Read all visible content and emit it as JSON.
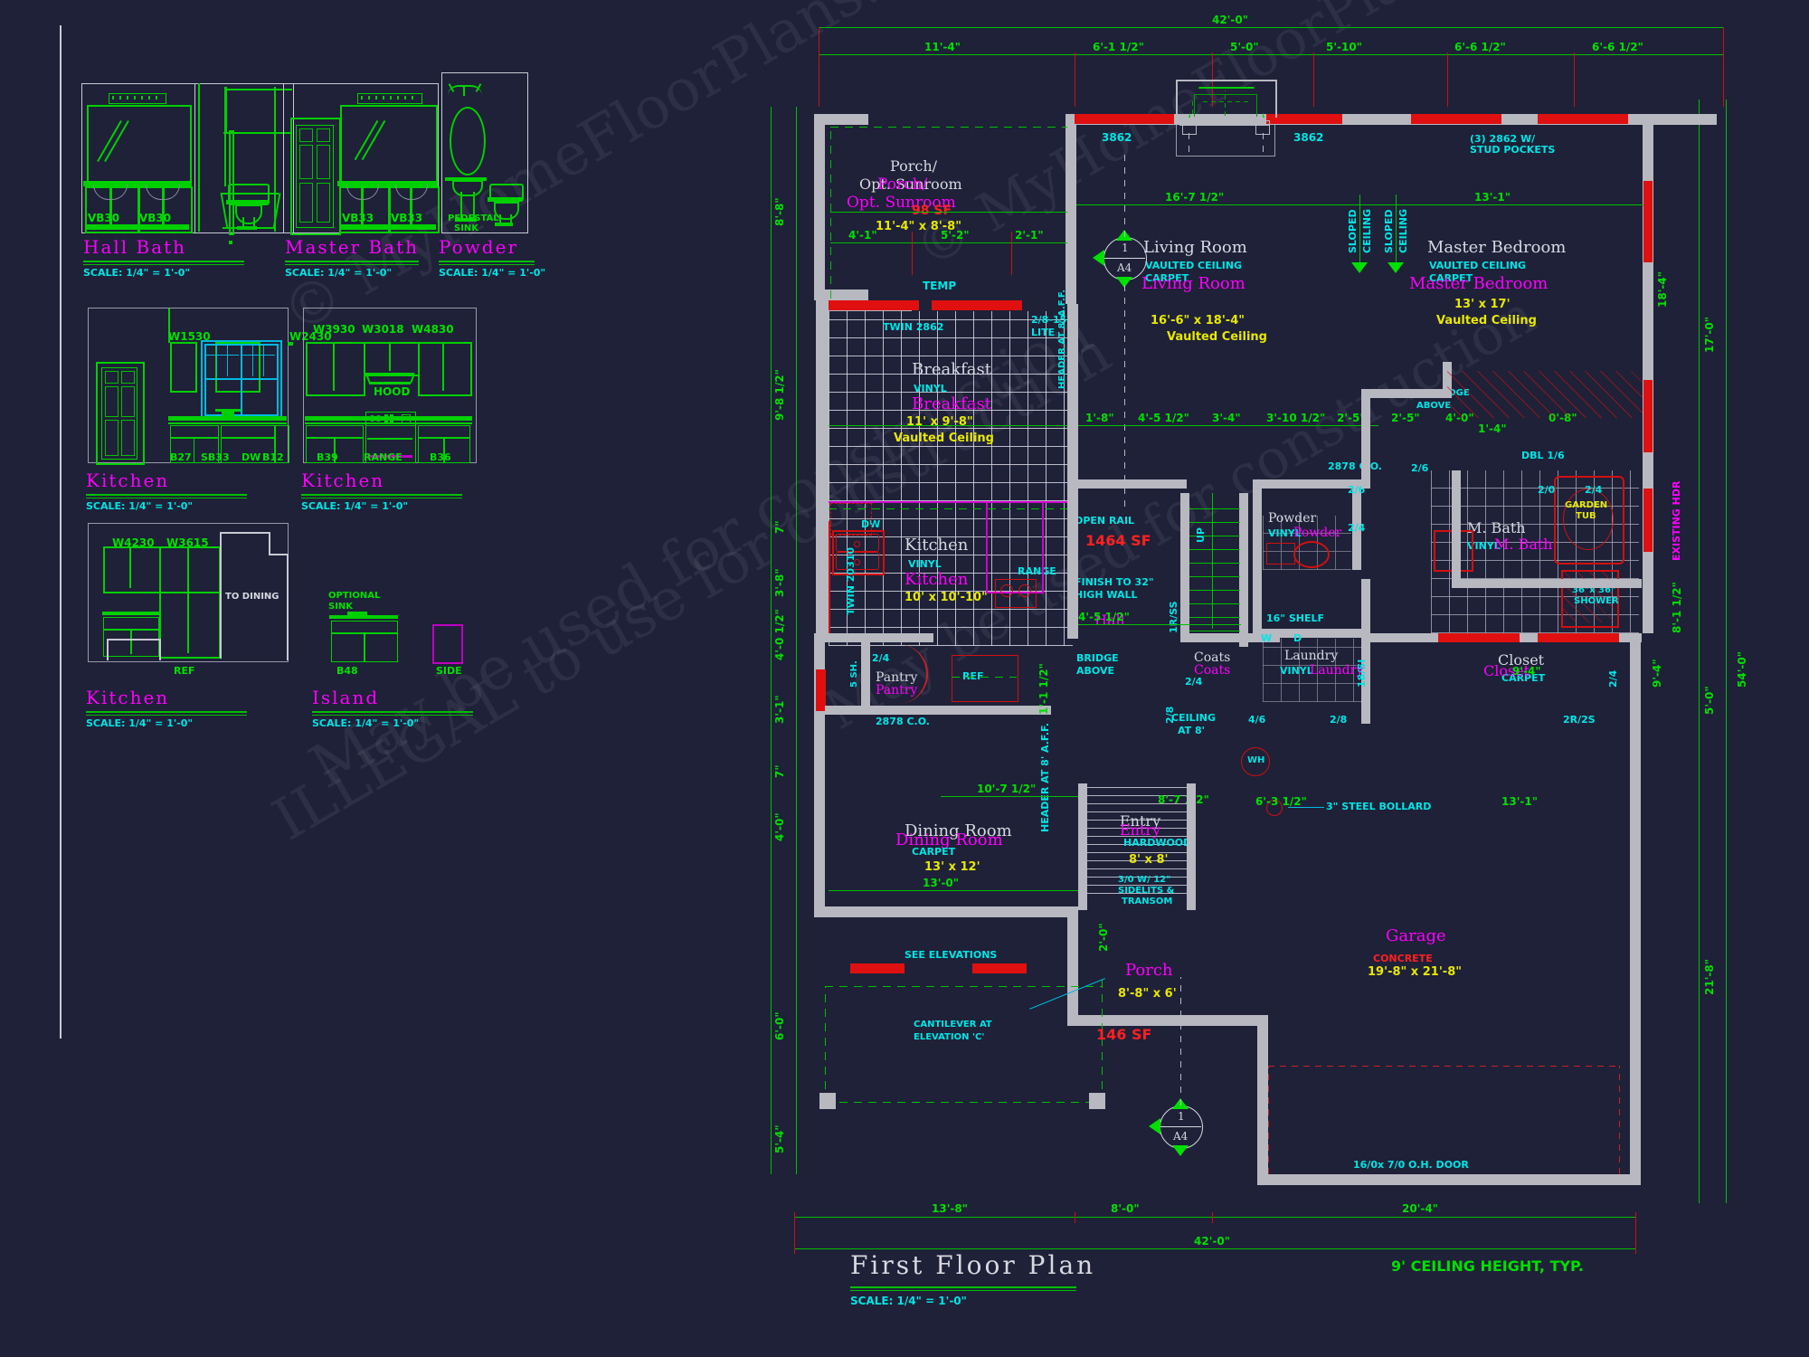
{
  "sheet": {
    "title": "First Floor Plan",
    "scale": "SCALE:  1/4\" = 1'-0\"",
    "ceiling_note": "9' CEILING HEIGHT, TYP."
  },
  "watermark": {
    "line1": "© MyHomeFloorPlans.com",
    "line2": "May be used for construction",
    "line3": "ILLEGAL to use for construction"
  },
  "elevations": [
    {
      "id": "hall-bath",
      "title": "Hall Bath",
      "scale": "SCALE:  1/4\" = 1'-0\"",
      "cabinets": [
        "VB30",
        "VB30"
      ]
    },
    {
      "id": "master-bath",
      "title": "Master Bath",
      "scale": "SCALE:  1/4\" = 1'-0\"",
      "cabinets": [
        "VB33",
        "VB33"
      ]
    },
    {
      "id": "powder",
      "title": "Powder",
      "scale": "SCALE:  1/4\" = 1'-0\"",
      "cabinets": [
        "PEDESTAL",
        "SINK"
      ]
    },
    {
      "id": "kitchen-1",
      "title": "Kitchen",
      "scale": "SCALE:  1/4\" = 1'-0\"",
      "upper": [
        "W1530",
        "W2430"
      ],
      "base": [
        "B27",
        "SB33",
        "DW",
        "B12"
      ]
    },
    {
      "id": "kitchen-2",
      "title": "Kitchen",
      "scale": "SCALE:  1/4\" = 1'-0\"",
      "upper": [
        "W3930",
        "W3018",
        "W4830"
      ],
      "base": [
        "B39",
        "RANGE",
        "B36"
      ],
      "hood": "HOOD"
    },
    {
      "id": "kitchen-3",
      "title": "Kitchen",
      "scale": "SCALE:  1/4\" = 1'-0\"",
      "upper": [
        "W4230",
        "W3615"
      ],
      "base": [
        "REF"
      ],
      "note": "TO DINING"
    },
    {
      "id": "island",
      "title": "Island",
      "scale": "SCALE:  1/4\" = 1'-0\"",
      "base": [
        "B48",
        "SIDE"
      ],
      "note_lines": [
        "OPTIONAL",
        "SINK"
      ]
    }
  ],
  "rooms": [
    {
      "name": "Porch/",
      "name2": "Opt. Sunroom",
      "finish": "",
      "size": "11'-4\"  x  8'-8\"",
      "area": "98 SF",
      "ceiling": ""
    },
    {
      "name": "Living Room",
      "finish": "VAULTED CEILING",
      "finish2": "CARPET",
      "size": "16'-6\"  x  18'-4\"",
      "ceiling": "Vaulted Ceiling"
    },
    {
      "name": "Master Bedroom",
      "finish": "VAULTED CEILING",
      "finish2": "CARPET",
      "size": "13'  x  17'",
      "ceiling": "Vaulted Ceiling"
    },
    {
      "name": "Breakfast",
      "finish": "VINYL",
      "size": "11'  x  9'-8\"",
      "ceiling": "Vaulted Ceiling"
    },
    {
      "name": "Kitchen",
      "finish": "VINYL",
      "size": "10'  x  10'-10\"",
      "area": "1464 SF"
    },
    {
      "name": "Powder",
      "finish": "VINYL"
    },
    {
      "name": "M. Bath",
      "finish": "VINYL"
    },
    {
      "name": "Laundry",
      "finish": "VINYL"
    },
    {
      "name": "Closet",
      "finish": "CARPET"
    },
    {
      "name": "Hall",
      "finish": ""
    },
    {
      "name": "Coats",
      "finish": ""
    },
    {
      "name": "Pantry",
      "finish": ""
    },
    {
      "name": "Dining Room",
      "finish": "CARPET",
      "size": "13'  x  12'"
    },
    {
      "name": "Entry",
      "finish": "HARDWOOD",
      "size": "8'  x  8'"
    },
    {
      "name": "Porch",
      "size": "8'-8\"  x  6'",
      "area": "146 SF"
    },
    {
      "name": "Garage",
      "finish": "CONCRETE",
      "size": "19'-8\"  x  21'-8\""
    }
  ],
  "annotations": {
    "stud_pockets": "(3) 2862 W/",
    "stud_pockets2": "STUD POCKETS",
    "win_3862_a": "3862",
    "win_3862_b": "3862",
    "temp": "TEMP",
    "twin_2862": "TWIN 2862",
    "twin_20310": "TWIN 20310",
    "lite_2815": "2/8-15",
    "lite_2815b": "LITE",
    "header_8": "HEADER AT 8' A.F.F.",
    "header_8b": "HEADER AT 8' A.F.F.",
    "dw": "DW",
    "ref": "REF",
    "range": "RANGE",
    "pantry_sh": "5 SH.",
    "co_2878": "2878 C.O.",
    "co_2878b": "2878 C.O.",
    "open_rail": "OPEN RAIL",
    "finish_32": "FINISH TO 32\"",
    "finish_32b": "HIGH WALL",
    "bridge": "BRIDGE",
    "bridge2": "ABOVE",
    "ceiling_8": "CEILING",
    "ceiling_8b": "AT 8'",
    "shelf_16": "16\" SHELF",
    "plant_ledge": "PLANT LEDGE",
    "plant_ledge2": "ABOVE",
    "garden_tub": "GARDEN",
    "garden_tub2": "TUB",
    "shower": "36\"x 36\"",
    "shower2": "SHOWER",
    "dbl_16": "DBL 1/6",
    "sloped_ceiling_a": "SLOPED",
    "sloped_ceiling_a2": "CEILING",
    "sloped_ceiling_b": "SLOPED",
    "sloped_ceiling_b2": "CEILING",
    "existing_hdr": "EXISTING HDR",
    "bollard": "3\" STEEL BOLLARD",
    "oh_door": "16/0x 7/0 O.H. DOOR",
    "see_elev": "SEE ELEVATIONS",
    "cantilever": "CANTILEVER AT",
    "cantilever2": "ELEVATION 'C'",
    "sidelite": "3/0 W/ 12\"",
    "sidelite2": "SIDELITS &",
    "sidelite3": "TRANSOM",
    "wh": "WH",
    "dr_24_a": "2/4",
    "dr_24_b": "2/4",
    "dr_24_c": "2/4",
    "dr_24_d": "2/4",
    "dr_26_a": "2/6",
    "dr_26_b": "2/6",
    "dr_28_a": "2/8",
    "dr_28_b": "2/8",
    "dr_20_a": "2/0",
    "dr_24_e": "2/4",
    "dr_46_a": "4/6",
    "dr_18_si": "18/SI",
    "dr_16_rs": "1R/SS",
    "up_label": "UP",
    "r2s2": "2R/2S",
    "w_label": "W",
    "d_label": "D"
  },
  "dimensions": {
    "top_overall": "42'-0\"",
    "top": [
      "11'-4\"",
      "6'-1 1/2\"",
      "5'-0\"",
      "5'-10\"",
      "6'-6 1/2\"",
      "6'-6 1/2\""
    ],
    "bottom_overall": "42'-0\"",
    "bottom": [
      "13'-8\"",
      "8'-0\"",
      "20'-4\""
    ],
    "left": [
      "8'-8\"",
      "9'-8 1/2\"",
      "7\"",
      "3'-8\"",
      "4'-0 1/2\"",
      "3'-1\"",
      "7\"",
      "4'-0\"",
      "6'-0\"",
      "5'-4\""
    ],
    "right": [
      "17'-0\"",
      "8'-1 1/2\"",
      "5'-0\"",
      "9'-4\"",
      "13'-1\"",
      "21'-8\"",
      "54'-0\""
    ],
    "inner": [
      "16'-7 1/2\"",
      "13'-1\"",
      "18'-4\"",
      "4'-1\"",
      "5'-2\"",
      "2'-1\"",
      "1'-8\"",
      "4'-5 1/2\"",
      "3'-4\"",
      "3'-10 1/2\"",
      "2'-5\"",
      "2'-5\"",
      "4'-0\"",
      "0'-8\"",
      "1'-4\"",
      "10'-7 1/2\"",
      "2'-1\"",
      "3'-1\"",
      "4'-5 1/2\"",
      "6'-3 1/2\"",
      "13'-1\"",
      "9'-4\"",
      "13'-0\"",
      "8'-7 1/2\"",
      "2'-0\"",
      "1'-1 1/2\""
    ]
  },
  "callouts": [
    {
      "num": "1",
      "sheet": "A4"
    },
    {
      "num": "1",
      "sheet": "A4"
    }
  ]
}
